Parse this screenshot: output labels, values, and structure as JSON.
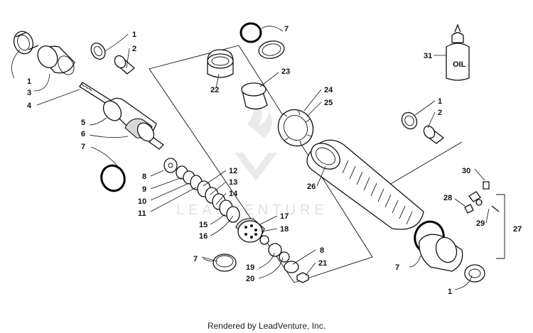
{
  "callouts": {
    "c1a": "1",
    "c1b": "1",
    "c1c": "1",
    "c1d": "1",
    "c2a": "2",
    "c2b": "2",
    "c3": "3",
    "c4": "4",
    "c5": "5",
    "c6": "6",
    "c7a": "7",
    "c7b": "7",
    "c7c": "7",
    "c7d": "7",
    "c8a": "8",
    "c8b": "8",
    "c9": "9",
    "c10": "10",
    "c11": "11",
    "c12": "12",
    "c13": "13",
    "c14": "14",
    "c15": "15",
    "c16": "16",
    "c17": "17",
    "c18": "18",
    "c19": "19",
    "c20": "20",
    "c21": "21",
    "c22": "22",
    "c23": "23",
    "c24": "24",
    "c25": "25",
    "c26": "26",
    "c27": "27",
    "c28": "28",
    "c29": "29",
    "c30": "30",
    "c31": "31"
  },
  "oil_label": "OIL",
  "watermark": "LEADVENTURE",
  "footer": "Rendered by LeadVenture, Inc."
}
